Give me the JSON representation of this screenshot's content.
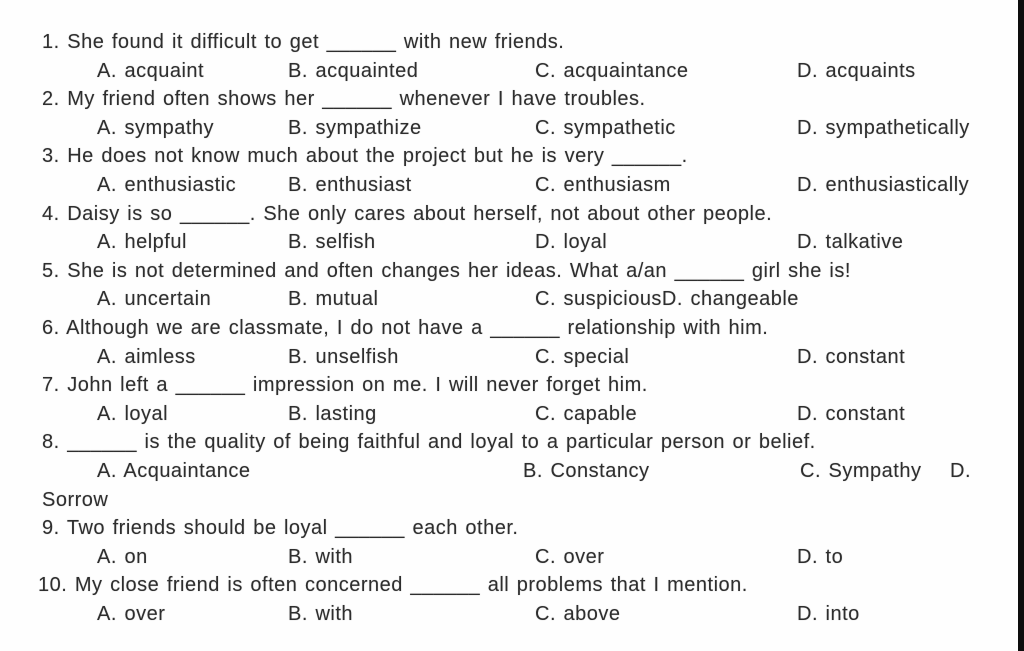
{
  "page": {
    "background_color": "#fefefe",
    "text_color": "#2e2e2e",
    "edge_strip_color": "#0d0d0d"
  },
  "quiz": {
    "questions": [
      {
        "stem": "1. She found it difficult to get ______ with new friends.",
        "options": [
          "A. acquaint",
          "B. acquainted",
          "C. acquaintance",
          "D. acquaints"
        ]
      },
      {
        "stem": "2. My friend often shows her ______ whenever I have troubles.",
        "options": [
          "A. sympathy",
          "B. sympathize",
          "C. sympathetic",
          "D. sympathetically"
        ]
      },
      {
        "stem": "3. He does not know much about the project but he is very ______.",
        "options": [
          "A. enthusiastic",
          "B. enthusiast",
          "C. enthusiasm",
          "D. enthusiastically"
        ]
      },
      {
        "stem": "4. Daisy is so ______. She only cares about herself, not about other people.",
        "options": [
          "A. helpful",
          "B. selfish",
          "D. loyal",
          "D. talkative"
        ]
      },
      {
        "stem": "5. She is not determined and often changes her ideas. What a/an ______ girl she is!",
        "options": [
          "A. uncertain",
          "B. mutual",
          "C. suspiciousD. changeable"
        ]
      },
      {
        "stem": "6. Although we are classmate, I do not have a ______ relationship with him.",
        "options": [
          "A. aimless",
          "B. unselfish",
          "C. special",
          "D. constant"
        ]
      },
      {
        "stem": "7. John left a ______ impression on me. I will never forget him.",
        "options": [
          "A. loyal",
          "B. lasting",
          "C. capable",
          "D. constant"
        ]
      },
      {
        "stem": "8. ______ is the quality of being faithful and loyal to a particular person or belief.",
        "options": [
          "A. Acquaintance",
          "B. Constancy",
          "C. Sympathy",
          "D."
        ],
        "continuation": "Sorrow"
      },
      {
        "stem": "9. Two friends should be loyal ______ each other.",
        "options": [
          "A. on",
          "B. with",
          "C. over",
          "D. to"
        ]
      },
      {
        "stem": "10. My close friend is often concerned ______ all problems that I mention.",
        "options": [
          "A. over",
          "B. with",
          "C. above",
          "D. into"
        ]
      }
    ]
  }
}
